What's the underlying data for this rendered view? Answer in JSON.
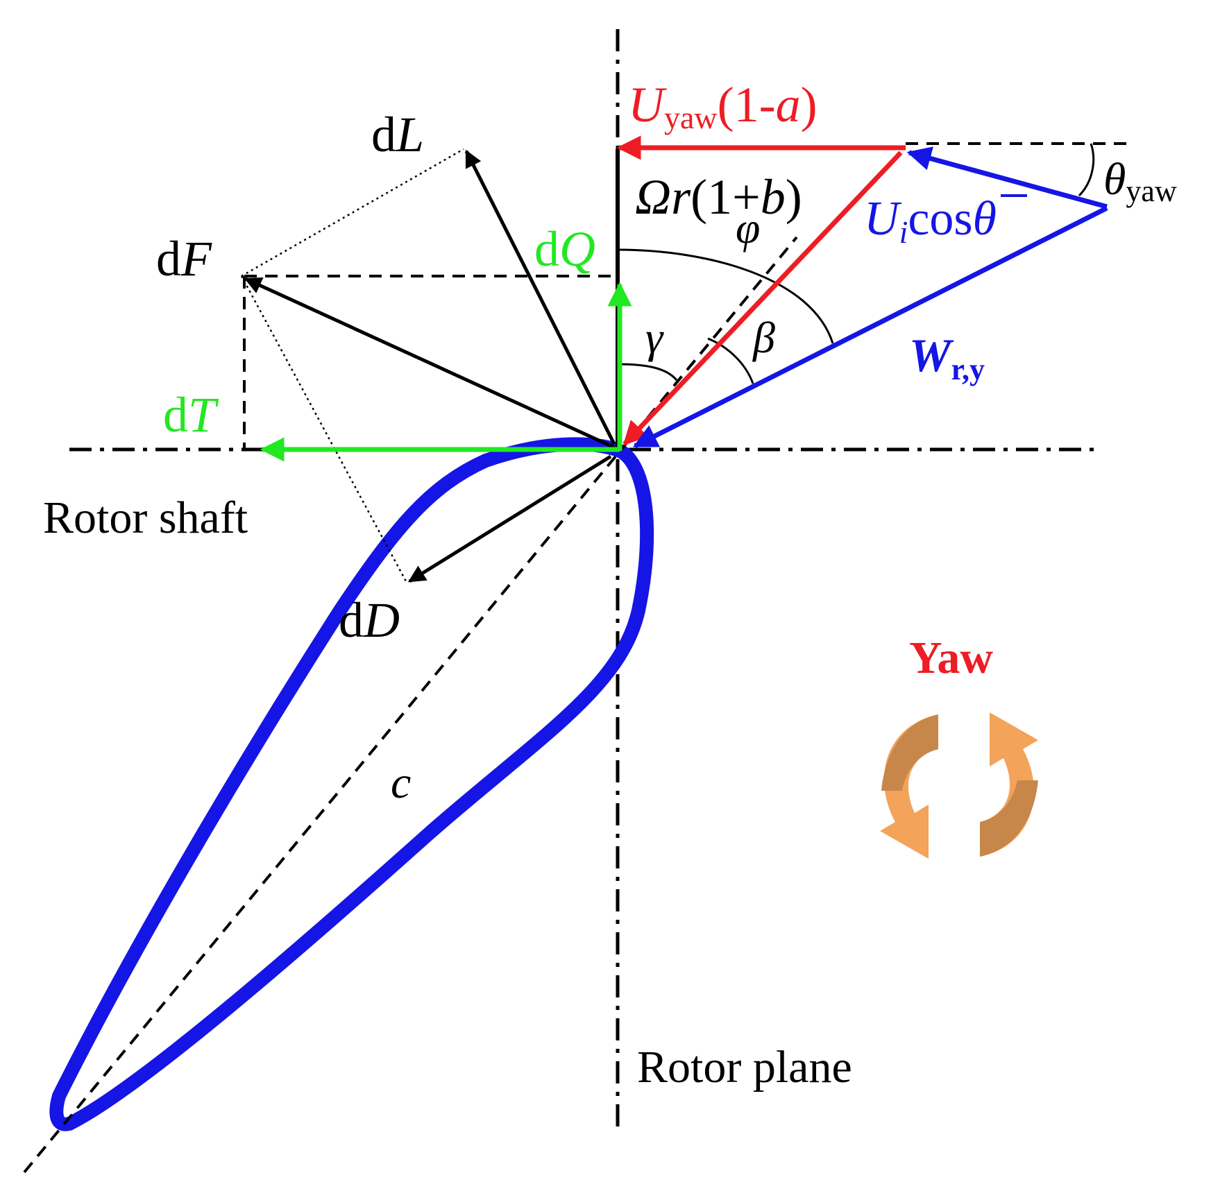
{
  "labels": {
    "u_yaw_main": "U",
    "u_yaw_sub": "yaw",
    "u_yaw_tail_1": "(1-",
    "u_yaw_a": "a",
    "u_yaw_tail_2": ")",
    "omega_r_omega": "Ω",
    "omega_r_r": "r",
    "omega_r_tail_1": "(1+",
    "omega_r_b": "b",
    "omega_r_tail_2": ")",
    "theta_yaw_main": "θ",
    "theta_yaw_sub": "yaw",
    "ui_cos_u": "U",
    "ui_cos_i": "i",
    "ui_cos_cos": "cos",
    "ui_cos_theta": "θ",
    "w_ry_main": "W",
    "w_ry_sub": "r,y",
    "phi": "φ",
    "beta": "β",
    "gamma": "γ",
    "dL_d": "d",
    "dL_L": "L",
    "dF_d": "d",
    "dF_F": "F",
    "dQ_d": "d",
    "dQ_Q": "Q",
    "dT_d": "d",
    "dT_T": "T",
    "dD_d": "d",
    "dD_D": "D",
    "chord": "c",
    "rotor_shaft": "Rotor shaft",
    "rotor_plane": "Rotor plane",
    "yaw": "Yaw"
  },
  "colors": {
    "red": "#ee1c24",
    "blue": "#1515e6",
    "green": "#22e822",
    "black": "#000000",
    "orange_light": "#f3a35a",
    "orange_dark": "#c8874a"
  }
}
